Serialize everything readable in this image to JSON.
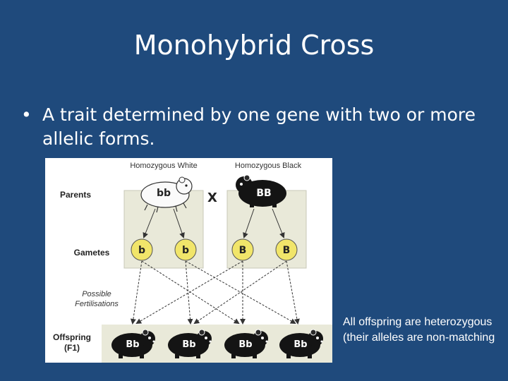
{
  "slide": {
    "title": "Monohybrid Cross",
    "bullet": "A trait determined by one gene with two or more allelic forms.",
    "caption": "All offspring are heterozygous (their alleles are non-matching"
  },
  "diagram": {
    "header_white": "Homozygous White",
    "header_black": "Homozygous Black",
    "row_labels": {
      "parents": "Parents",
      "gametes": "Gametes",
      "fert_line1": "Possible",
      "fert_line2": "Fertilisations",
      "offspring_line1": "Offspring",
      "offspring_line2": "(F1)"
    },
    "cross_symbol": "X",
    "parent_white_genotype": "bb",
    "parent_black_genotype": "BB",
    "gametes": [
      "b",
      "b",
      "B",
      "B"
    ],
    "offspring": [
      "Bb",
      "Bb",
      "Bb",
      "Bb"
    ],
    "colors": {
      "background": "#1f4a7c",
      "panel": "#e9e9d9",
      "gamete_fill": "#f1e56a",
      "black_animal": "#141414",
      "white_animal": "#fafafa"
    }
  }
}
